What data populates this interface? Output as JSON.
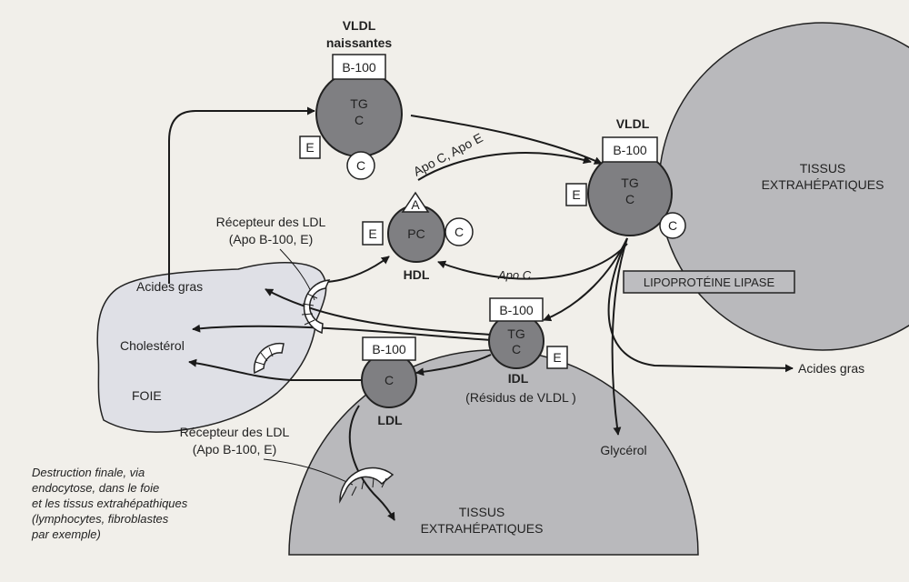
{
  "vldl_nascent": {
    "title_line1": "VLDL",
    "title_line2": "naissantes",
    "apo": "B-100",
    "core_line1": "TG",
    "core_line2": "C",
    "apo_e": "E",
    "apo_c": "C"
  },
  "vldl": {
    "title": "VLDL",
    "apo": "B-100",
    "core_line1": "TG",
    "core_line2": "C",
    "apo_e": "E",
    "apo_c": "C"
  },
  "hdl": {
    "title": "HDL",
    "core": "PC",
    "apo_a": "A",
    "apo_e": "E",
    "apo_c": "C"
  },
  "idl": {
    "title": "IDL",
    "subtitle": "(Résidus de VLDL )",
    "apo": "B-100",
    "core_line1": "TG",
    "core_line2": "C",
    "apo_e": "E"
  },
  "ldl": {
    "title": "LDL",
    "apo": "B-100",
    "core": "C"
  },
  "liver": {
    "label": "FOIE",
    "fatty_acids": "Acides gras",
    "cholesterol": "Cholestérol"
  },
  "receptor_top": {
    "line1": "Récepteur des LDL",
    "line2": "(Apo B-100, E)"
  },
  "receptor_bottom": {
    "line1": "Récepteur des LDL",
    "line2": "(Apo B-100, E)"
  },
  "transfer_label": "Apo C, Apo E",
  "return_label": "Apo C",
  "lipase_label": "LIPOPROTÉINE LIPASE",
  "tissue_right": {
    "line1": "TISSUS",
    "line2": "EXTRAHÉPATIQUES"
  },
  "tissue_bottom": {
    "line1": "TISSUS",
    "line2": "EXTRAHÉPATIQUES"
  },
  "fatty_acids_out": "Acides gras",
  "glycerol": "Glycérol",
  "note": {
    "line1": "Destruction finale, via",
    "line2": "endocytose, dans le foie",
    "line3": "et les tissus extrahépathiques",
    "line4": "(lymphocytes, fibroblastes",
    "line5": "par exemple)"
  },
  "colors": {
    "particle": "#7f7f82",
    "tissue": "#b9b9bc",
    "liver": "#dfe0e6",
    "lipase_box": "#bdbdc0"
  }
}
